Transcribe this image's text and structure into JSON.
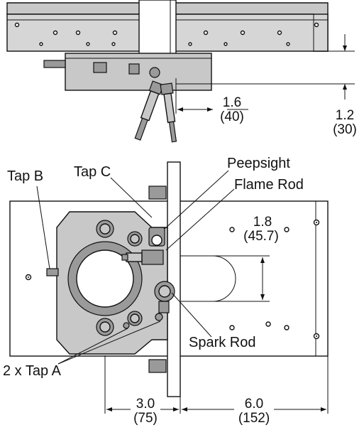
{
  "labels": {
    "tap_b": "Tap B",
    "tap_c": "Tap C",
    "peepsight": "Peepsight",
    "flame_rod": "Flame Rod",
    "spark_rod": "Spark Rod",
    "tap_a": "2 x Tap A"
  },
  "dimensions": {
    "d1": {
      "value": "1.6",
      "metric": "(40)"
    },
    "d2": {
      "value": "1.2",
      "metric": "(30)"
    },
    "d3": {
      "value": "1.8",
      "metric": "(45.7)"
    },
    "d4": {
      "value": "3.0",
      "metric": "(75)"
    },
    "d5": {
      "value": "6.0",
      "metric": "(152)"
    }
  }
}
